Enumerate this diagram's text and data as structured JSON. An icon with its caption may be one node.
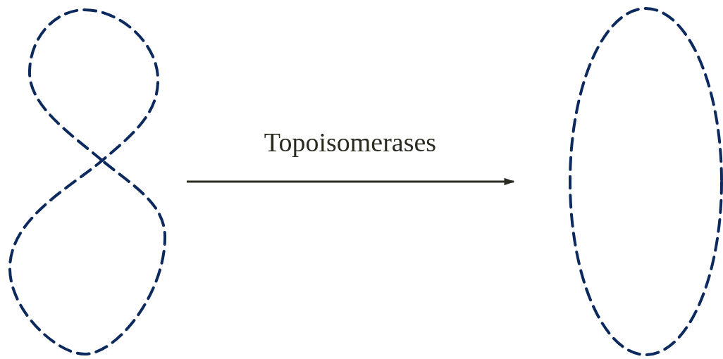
{
  "diagram": {
    "nodes": [
      {
        "text": [],
        "shape": "loop"
      },
      {
        "text": [],
        "shape": "ellipse"
      }
    ],
    "edges": [
      {
        "from": 0,
        "to": 1,
        "arrow": "to",
        "label": "Topoisomerases"
      }
    ]
  }
}
